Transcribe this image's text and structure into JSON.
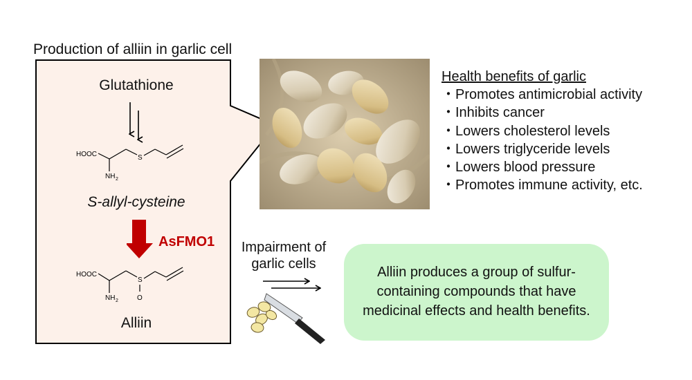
{
  "figure": {
    "title": "Production of alliin in garlic cell",
    "pathway": {
      "start": "Glutathione",
      "intermediate": "S-allyl-cysteine",
      "enzyme": "AsFMO1",
      "product": "Alliin"
    },
    "structure_labels": {
      "sac_acid": "HOOC",
      "sac_amine": "NH",
      "sac_amine_sub": "2",
      "sac_sulfur": "S",
      "alliin_acid": "HOOC",
      "alliin_amine": "NH",
      "alliin_amine_sub": "2",
      "alliin_sulfur": "S",
      "alliin_oxygen": "O"
    },
    "health_benefits": {
      "title": "Health benefits of garlic",
      "items": [
        "・Promotes antimicrobial activity",
        "・Inhibits cancer",
        "・Lowers cholesterol levels",
        "・Lowers triglyceride levels",
        "・Lowers blood pressure",
        "・Promotes immune activity, etc."
      ]
    },
    "impairment_label": "Impairment of garlic cells",
    "result_text": "Alliin produces a group of sulfur-containing compounds that have medicinal effects and health benefits.",
    "colors": {
      "panel_fill": "#fdf1ea",
      "enzyme_red": "#c00000",
      "result_green": "#ccf5cc",
      "photo_bg": "#c8b89a"
    }
  }
}
